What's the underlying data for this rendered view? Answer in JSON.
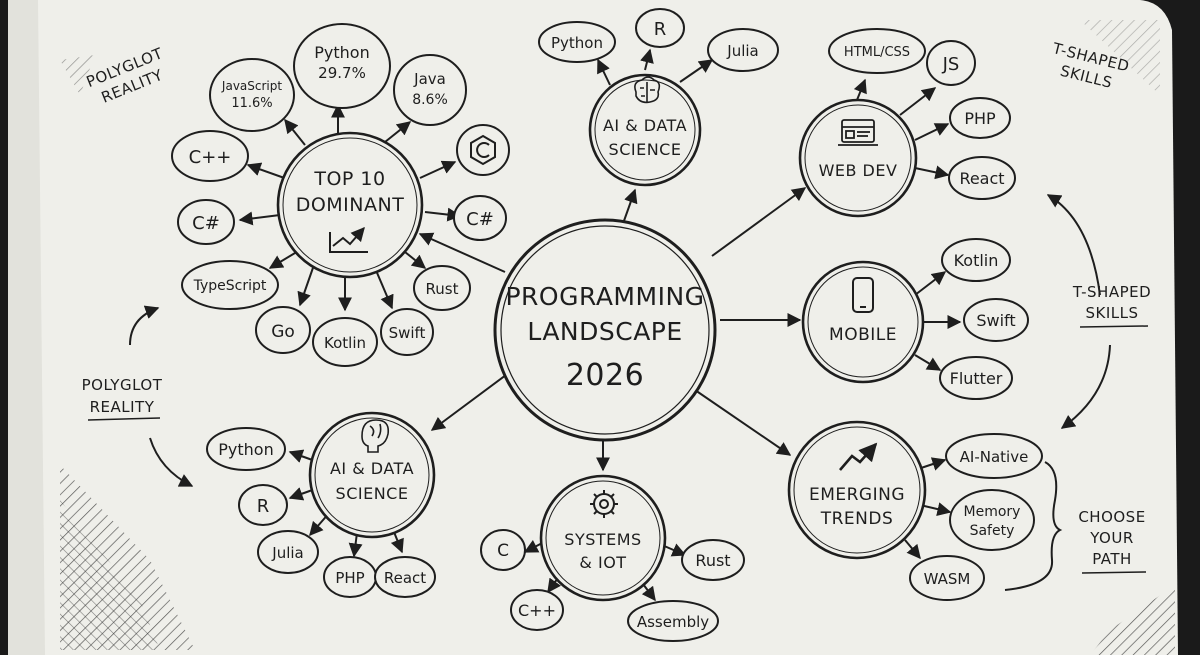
{
  "center": {
    "line1": "PROGRAMMING",
    "line2": "LANDSCAPE",
    "line3": "2026"
  },
  "top10": {
    "title1": "TOP 10",
    "title2": "DOMINANT",
    "icon": "trend-chart-icon",
    "python": {
      "name": "Python",
      "pct": "29.7%"
    },
    "javascript": {
      "name": "JavaScript",
      "pct": "11.6%"
    },
    "java": {
      "name": "Java",
      "pct": "8.6%"
    },
    "c_logo": "c-logo-icon",
    "cpp": "C++",
    "csharp_left": "C#",
    "csharp_right": "C#",
    "typescript": "TypeScript",
    "go": "Go",
    "kotlin": "Kotlin",
    "swift": "Swift",
    "rust": "Rust"
  },
  "ai_top": {
    "title1": "AI & DATA",
    "title2": "SCIENCE",
    "icon": "brain-chip-icon",
    "python": "Python",
    "r": "R",
    "julia": "Julia"
  },
  "web": {
    "title": "WEB DEV",
    "icon": "browser-window-icon",
    "html": "HTML/CSS",
    "js": "JS",
    "php": "PHP",
    "react": "React"
  },
  "mobile": {
    "title": "MOBILE",
    "icon": "smartphone-icon",
    "kotlin": "Kotlin",
    "swift": "Swift",
    "flutter": "Flutter"
  },
  "emerging": {
    "title1": "EMERGING",
    "title2": "TRENDS",
    "icon": "trend-arrow-icon",
    "ai_native": "AI-Native",
    "memory1": "Memory",
    "memory2": "Safety",
    "wasm": "WASM"
  },
  "systems": {
    "title1": "SYSTEMS",
    "title2": "& IOT",
    "icon": "gear-icon",
    "c": "C",
    "rust": "Rust",
    "cpp": "C++",
    "assembly": "Assembly"
  },
  "ai_bottom": {
    "title1": "AI & DATA",
    "title2": "SCIENCE",
    "icon": "brain-icon",
    "python": "Python",
    "r": "R",
    "julia": "Julia",
    "php": "PHP",
    "react": "React"
  },
  "notes": {
    "polyglot_top1": "POLYGLOT",
    "polyglot_top2": "REALITY",
    "polyglot_left1": "POLYGLOT",
    "polyglot_left2": "REALITY",
    "tshaped_top1": "T-SHAPED",
    "tshaped_top2": "SKILLS",
    "tshaped_right1": "T-SHAPED",
    "tshaped_right2": "SKILLS",
    "choose1": "CHOOSE",
    "choose2": "YOUR",
    "choose3": "PATH"
  },
  "colors": {
    "paper": "#efefea",
    "ink": "#1e1e1e",
    "background": "#1a1a1a"
  }
}
